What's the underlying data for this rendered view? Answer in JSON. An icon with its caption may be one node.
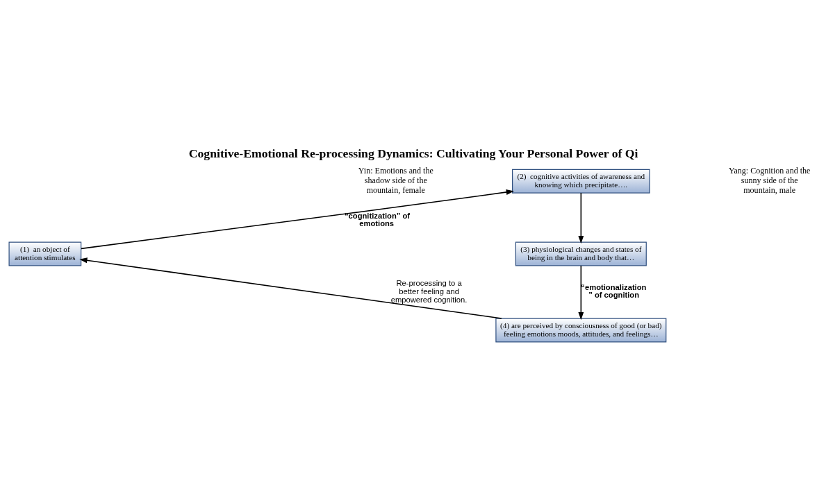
{
  "diagram": {
    "title": "Cognitive-Emotional Re-processing Dynamics: Cultivating Your Personal Power of Qi",
    "nodes": [
      {
        "text": [
          "(1)  an object of attention stimulates"
        ]
      },
      {
        "text": [
          "(2)  cognitive activities of awareness and knowing which precipitate…."
        ]
      },
      {
        "text": [
          "(3) physiological changes and states of being in the brain and body that…"
        ]
      },
      {
        "text": [
          "(4) are perceived by consciousness of good (or bad) feeling emotions moods, attitudes, and feelings…"
        ]
      }
    ],
    "edges": [
      {
        "from": 0,
        "to": 1,
        "arrow": "to",
        "label": "“cognitization” of emotions"
      },
      {
        "from": 1,
        "to": 2,
        "arrow": "to"
      },
      {
        "from": 2,
        "to": 3,
        "arrow": "to",
        "label": "“emotionalization ” of cognition"
      },
      {
        "from": 3,
        "to": 0,
        "arrow": "to",
        "label": "Re-processing to a better feeling and empowered cognition."
      }
    ],
    "labels": [
      "Yin: Emotions and the shadow side of the mountain, female",
      "Yang: Cognition and the sunny side of the mountain, male"
    ]
  }
}
